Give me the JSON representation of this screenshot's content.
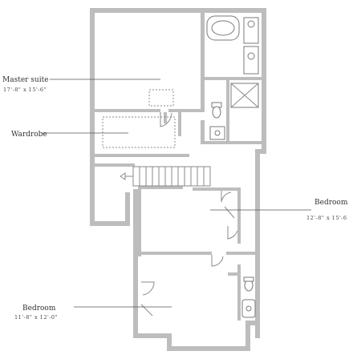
{
  "rooms": {
    "master_suite": {
      "label": "Master suite",
      "dimensions": "17'-8\" x 15'-6\""
    },
    "wardrobe": {
      "label": "Wardrobe"
    },
    "bedroom_right": {
      "label": "Bedroom",
      "dimensions": "12'-8\" x 15'-6"
    },
    "bedroom_left": {
      "label": "Bedroom",
      "dimensions": "11'-8\" x 12'-0\""
    }
  }
}
